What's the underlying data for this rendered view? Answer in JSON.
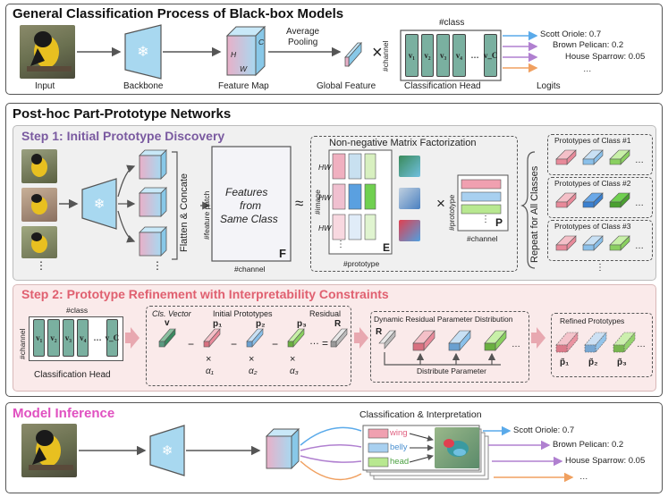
{
  "colors": {
    "step1_bg": "#f0f0f0",
    "step2_bg": "#faeaea",
    "step1_title": "#7a5aa0",
    "step2_title": "#e06070",
    "inference_title": "#e050c0",
    "head_green": "#5a9a80",
    "arrow_blue": "#5aaaea",
    "arrow_purple": "#b080d0",
    "arrow_orange": "#f0a060",
    "cube_blue": "#a8d8f0",
    "proto_red": "#e88a9a",
    "proto_blue": "#8ac0ea",
    "proto_green": "#8ad060"
  },
  "section1": {
    "title": "General Classification Process of Black-box Models",
    "input_label": "Input",
    "backbone_label": "Backbone",
    "feature_map_label": "Feature Map",
    "avg_pool_label_1": "Average",
    "avg_pool_label_2": "Pooling",
    "global_feature_label": "Global Feature",
    "multiply": "×",
    "class_label": "#class",
    "channel_label": "#channel",
    "head_label": "Classification Head",
    "logits_label": "Logits",
    "fm_h": "H",
    "fm_w": "W",
    "fm_c": "C",
    "head_cells": [
      "v₁",
      "v₂",
      "v₃",
      "v₄",
      "…",
      "v_C"
    ],
    "logits": [
      "Scott Oriole: 0.7",
      "Brown Pelican: 0.2",
      "House Sparrow: 0.05",
      "…"
    ]
  },
  "section2": {
    "title": "Post-hoc Part-Prototype Networks",
    "step1": {
      "title": "Step 1: Initial Prototype Discovery",
      "flatten_label": "Flatten & Concate",
      "feature_patch_label": "#feature patch",
      "features_text_1": "Features",
      "features_text_2": "from",
      "features_text_3": "Same Class",
      "F": "F",
      "channel_label": "#channel",
      "approx": "≈",
      "nmf_title": "Non-negative Matrix Factorization",
      "image_label": "#image",
      "hw": "HW",
      "E": "E",
      "prototype_label": "#prototype",
      "multiply": "×",
      "prototype_label2": "#prototype",
      "channel_label2": "#channel",
      "P": "P",
      "dots": "⋮",
      "dots_h": "…",
      "class_protos": [
        "Prototypes of Class #1",
        "Prototypes of Class #2",
        "Prototypes of Class #3"
      ],
      "repeat_label": "Repeat for All Classes"
    },
    "step2": {
      "title": "Step 2: Prototype Refinement with Interpretability Constraints",
      "class_label": "#class",
      "channel_label": "#channel",
      "head_label": "Classification Head",
      "head_cells": [
        "v₁",
        "v₂",
        "v₃",
        "v₄",
        "…",
        "v_C"
      ],
      "cls_vector_label": "Cls. Vector",
      "v": "v",
      "initial_protos_label": "Initial Prototypes",
      "residual_label": "Residual",
      "p_labels": [
        "p₁",
        "p₂",
        "p₃"
      ],
      "alpha_labels": [
        "α₁",
        "α₂",
        "α₃"
      ],
      "R": "R",
      "minus": "−",
      "equals": "=",
      "times": "×",
      "dots": "…",
      "dynamic_title": "Dynamic Residual Parameter Distribution",
      "R2": "R",
      "distribute_label": "Distribute Parameter",
      "refined_title": "Refined Prototypes",
      "refined_labels": [
        "p̃₁",
        "p̃₂",
        "p̃₃"
      ]
    }
  },
  "section3": {
    "title": "Model Inference",
    "cls_interp_title": "Classification & Interpretation",
    "parts": [
      "wing",
      "belly",
      "head"
    ],
    "logits": [
      "Scott Oriole: 0.7",
      "Brown Pelican: 0.2",
      "House Sparrow: 0.05",
      "…"
    ]
  }
}
